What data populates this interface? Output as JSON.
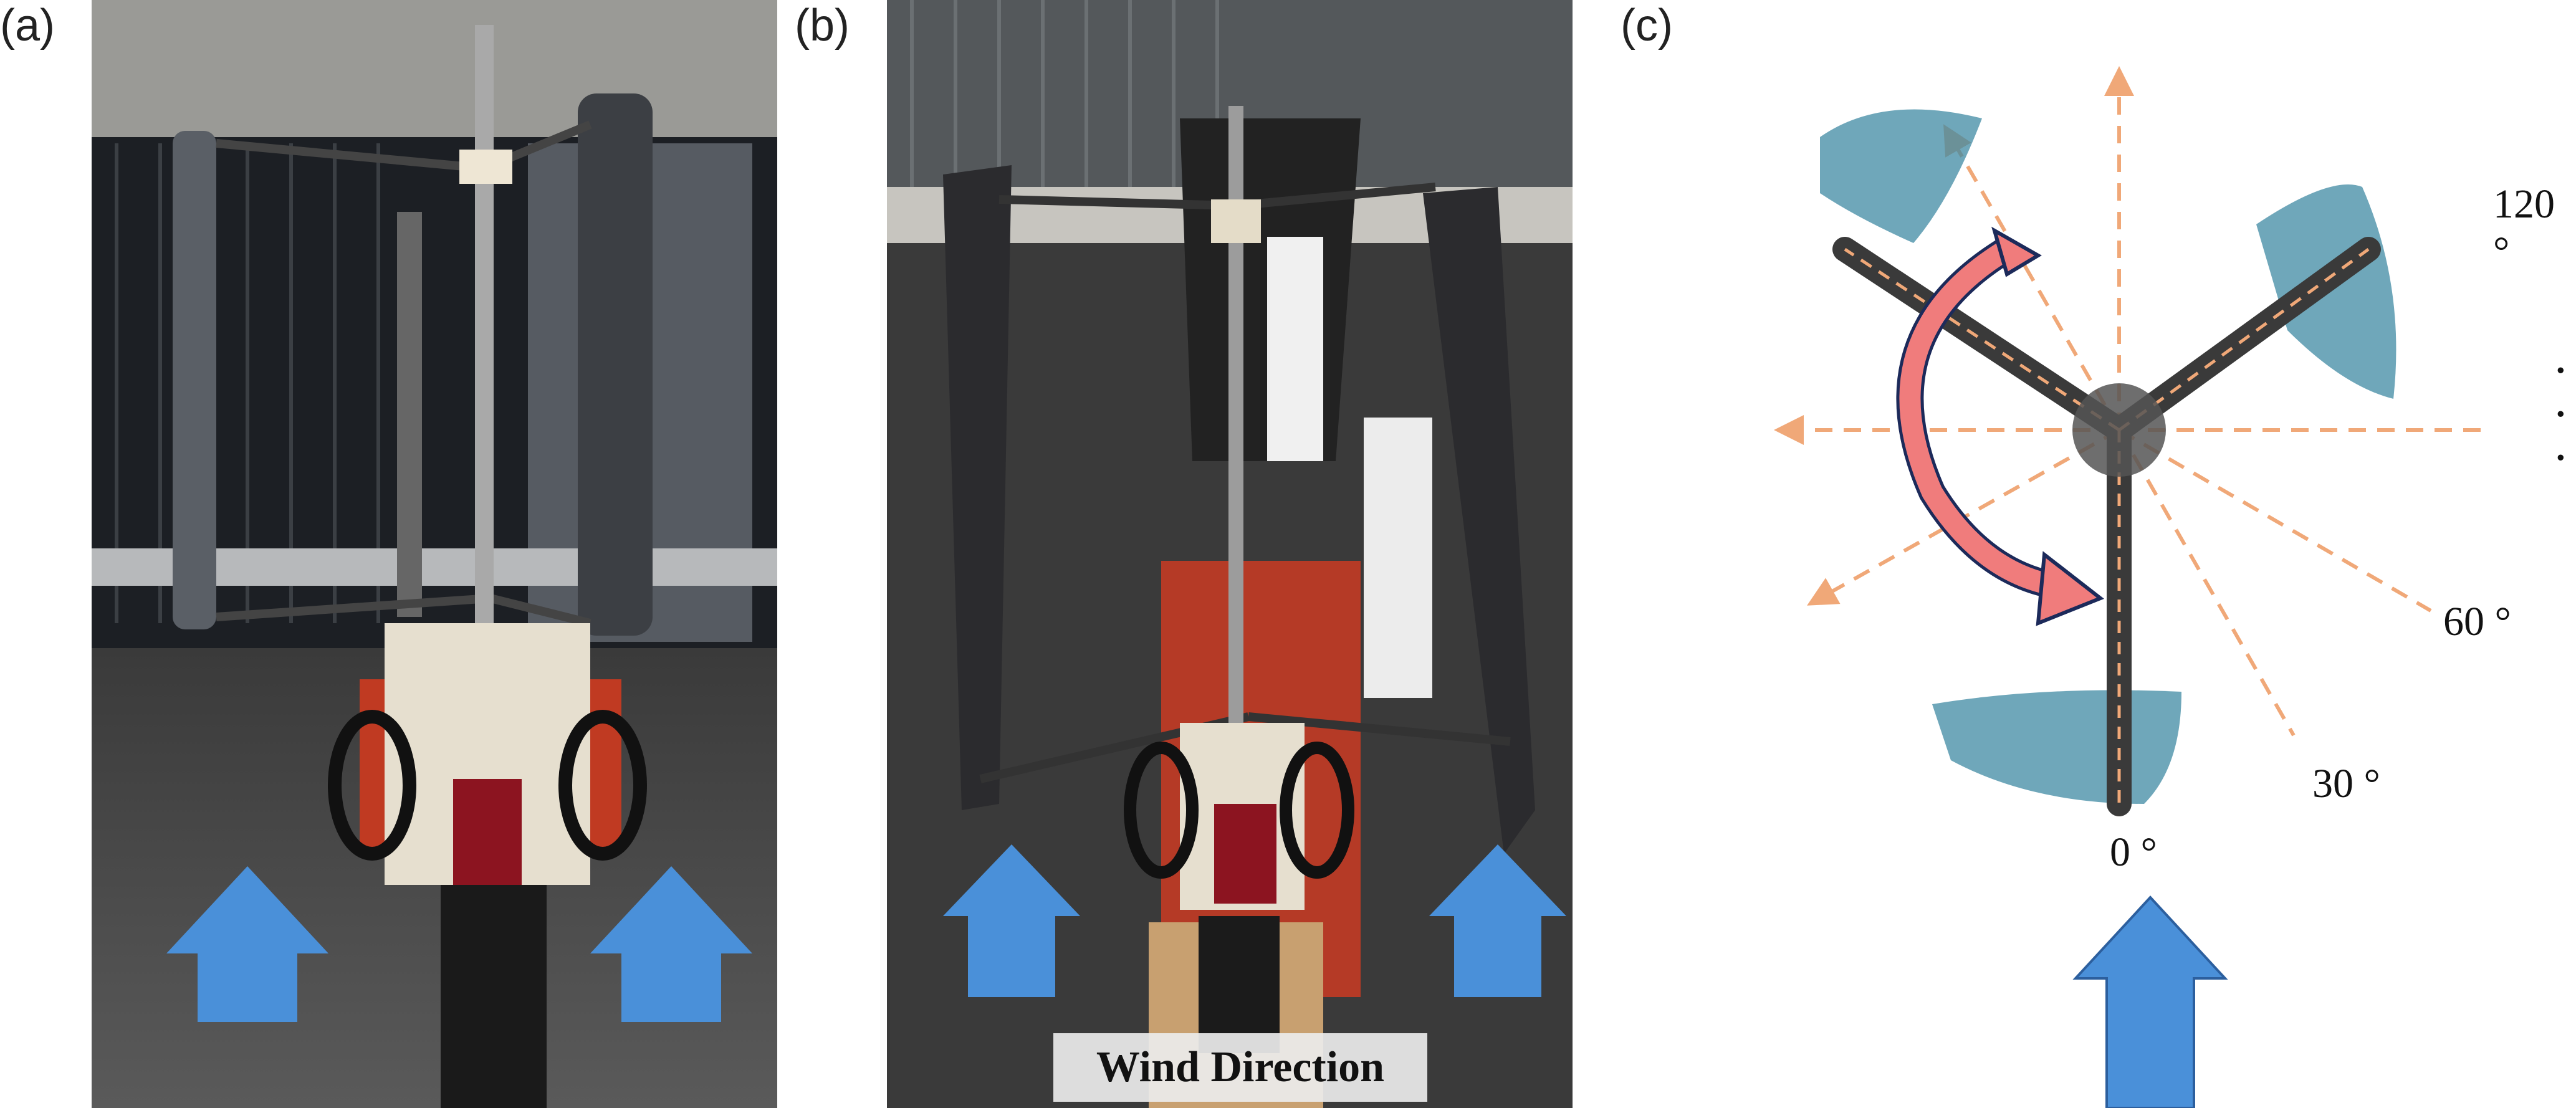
{
  "panels": {
    "a": {
      "label": "(a)"
    },
    "b": {
      "label": "(b)",
      "caption": "Wind Direction"
    },
    "c": {
      "label": "(c)"
    }
  },
  "angles": [
    "120 °",
    "60 °",
    "30 °",
    "0 °"
  ],
  "ellipsis": "·\n·\n·",
  "colors": {
    "wind_arrow": "#4a90d9",
    "angle_lines": "#f0a878",
    "blade_fill": "#3f8aa3",
    "rotation_arrow": "#f07c7c",
    "hub": "#555555"
  }
}
